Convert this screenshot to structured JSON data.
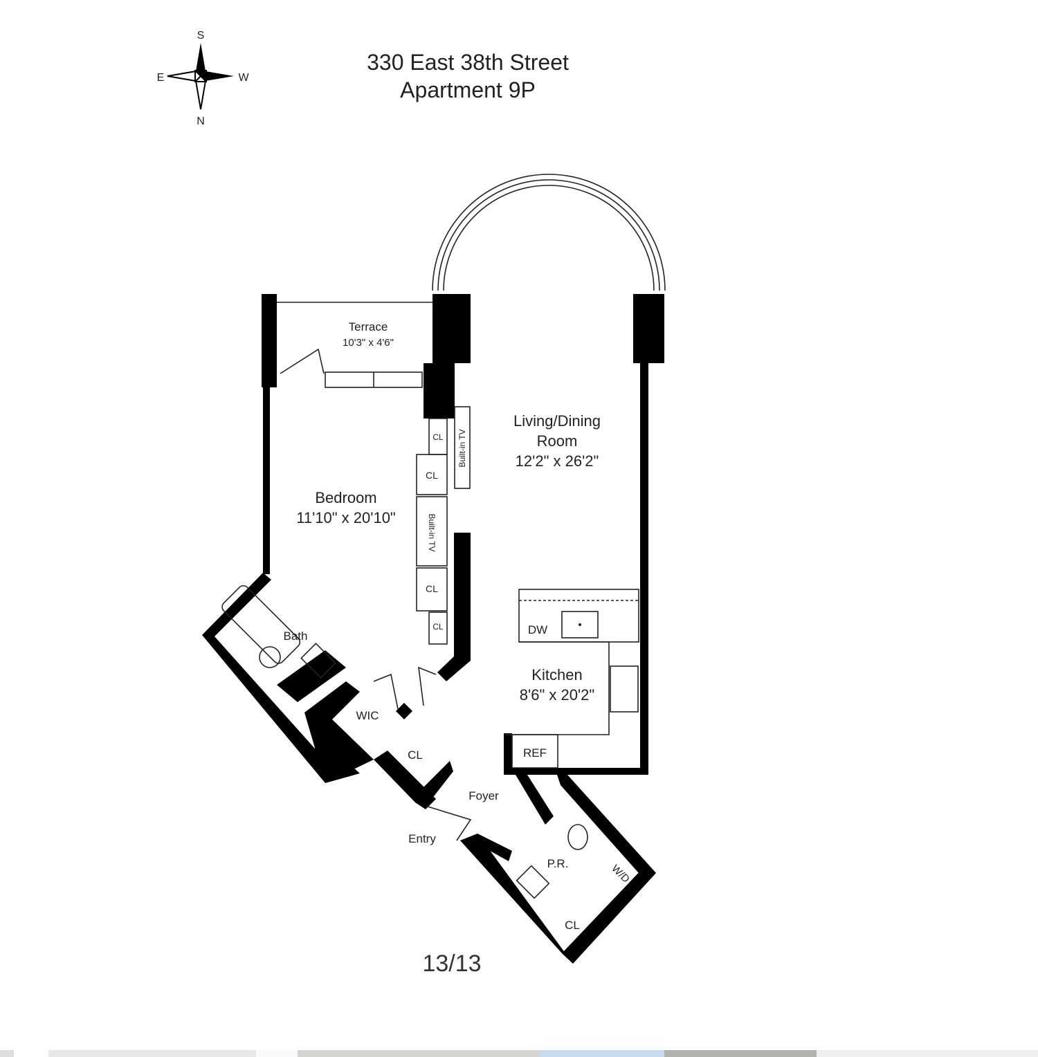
{
  "header": {
    "address": "330 East 38th Street",
    "unit": "Apartment 9P"
  },
  "compass": {
    "north": "N",
    "south": "S",
    "east": "E",
    "west": "W"
  },
  "rooms": {
    "terrace": {
      "name": "Terrace",
      "size": "10'3\" x 4'6\""
    },
    "living": {
      "name1": "Living/Dining",
      "name2": "Room",
      "size": "12'2\" x 26'2\""
    },
    "bedroom": {
      "name": "Bedroom",
      "size": "11'10\" x 20'10\""
    },
    "kitchen": {
      "name": "Kitchen",
      "size": "8'6\" x 20'2\""
    },
    "bath": "Bath",
    "wic": "WIC",
    "foyer": "Foyer",
    "entry": "Entry",
    "powder": "P.R.",
    "washer_dryer": "W/D",
    "dishwasher": "DW",
    "refrigerator": "REF",
    "closet": "CL",
    "builtin_tv": "Built-in TV"
  },
  "gallery": {
    "counter": "13/13"
  }
}
